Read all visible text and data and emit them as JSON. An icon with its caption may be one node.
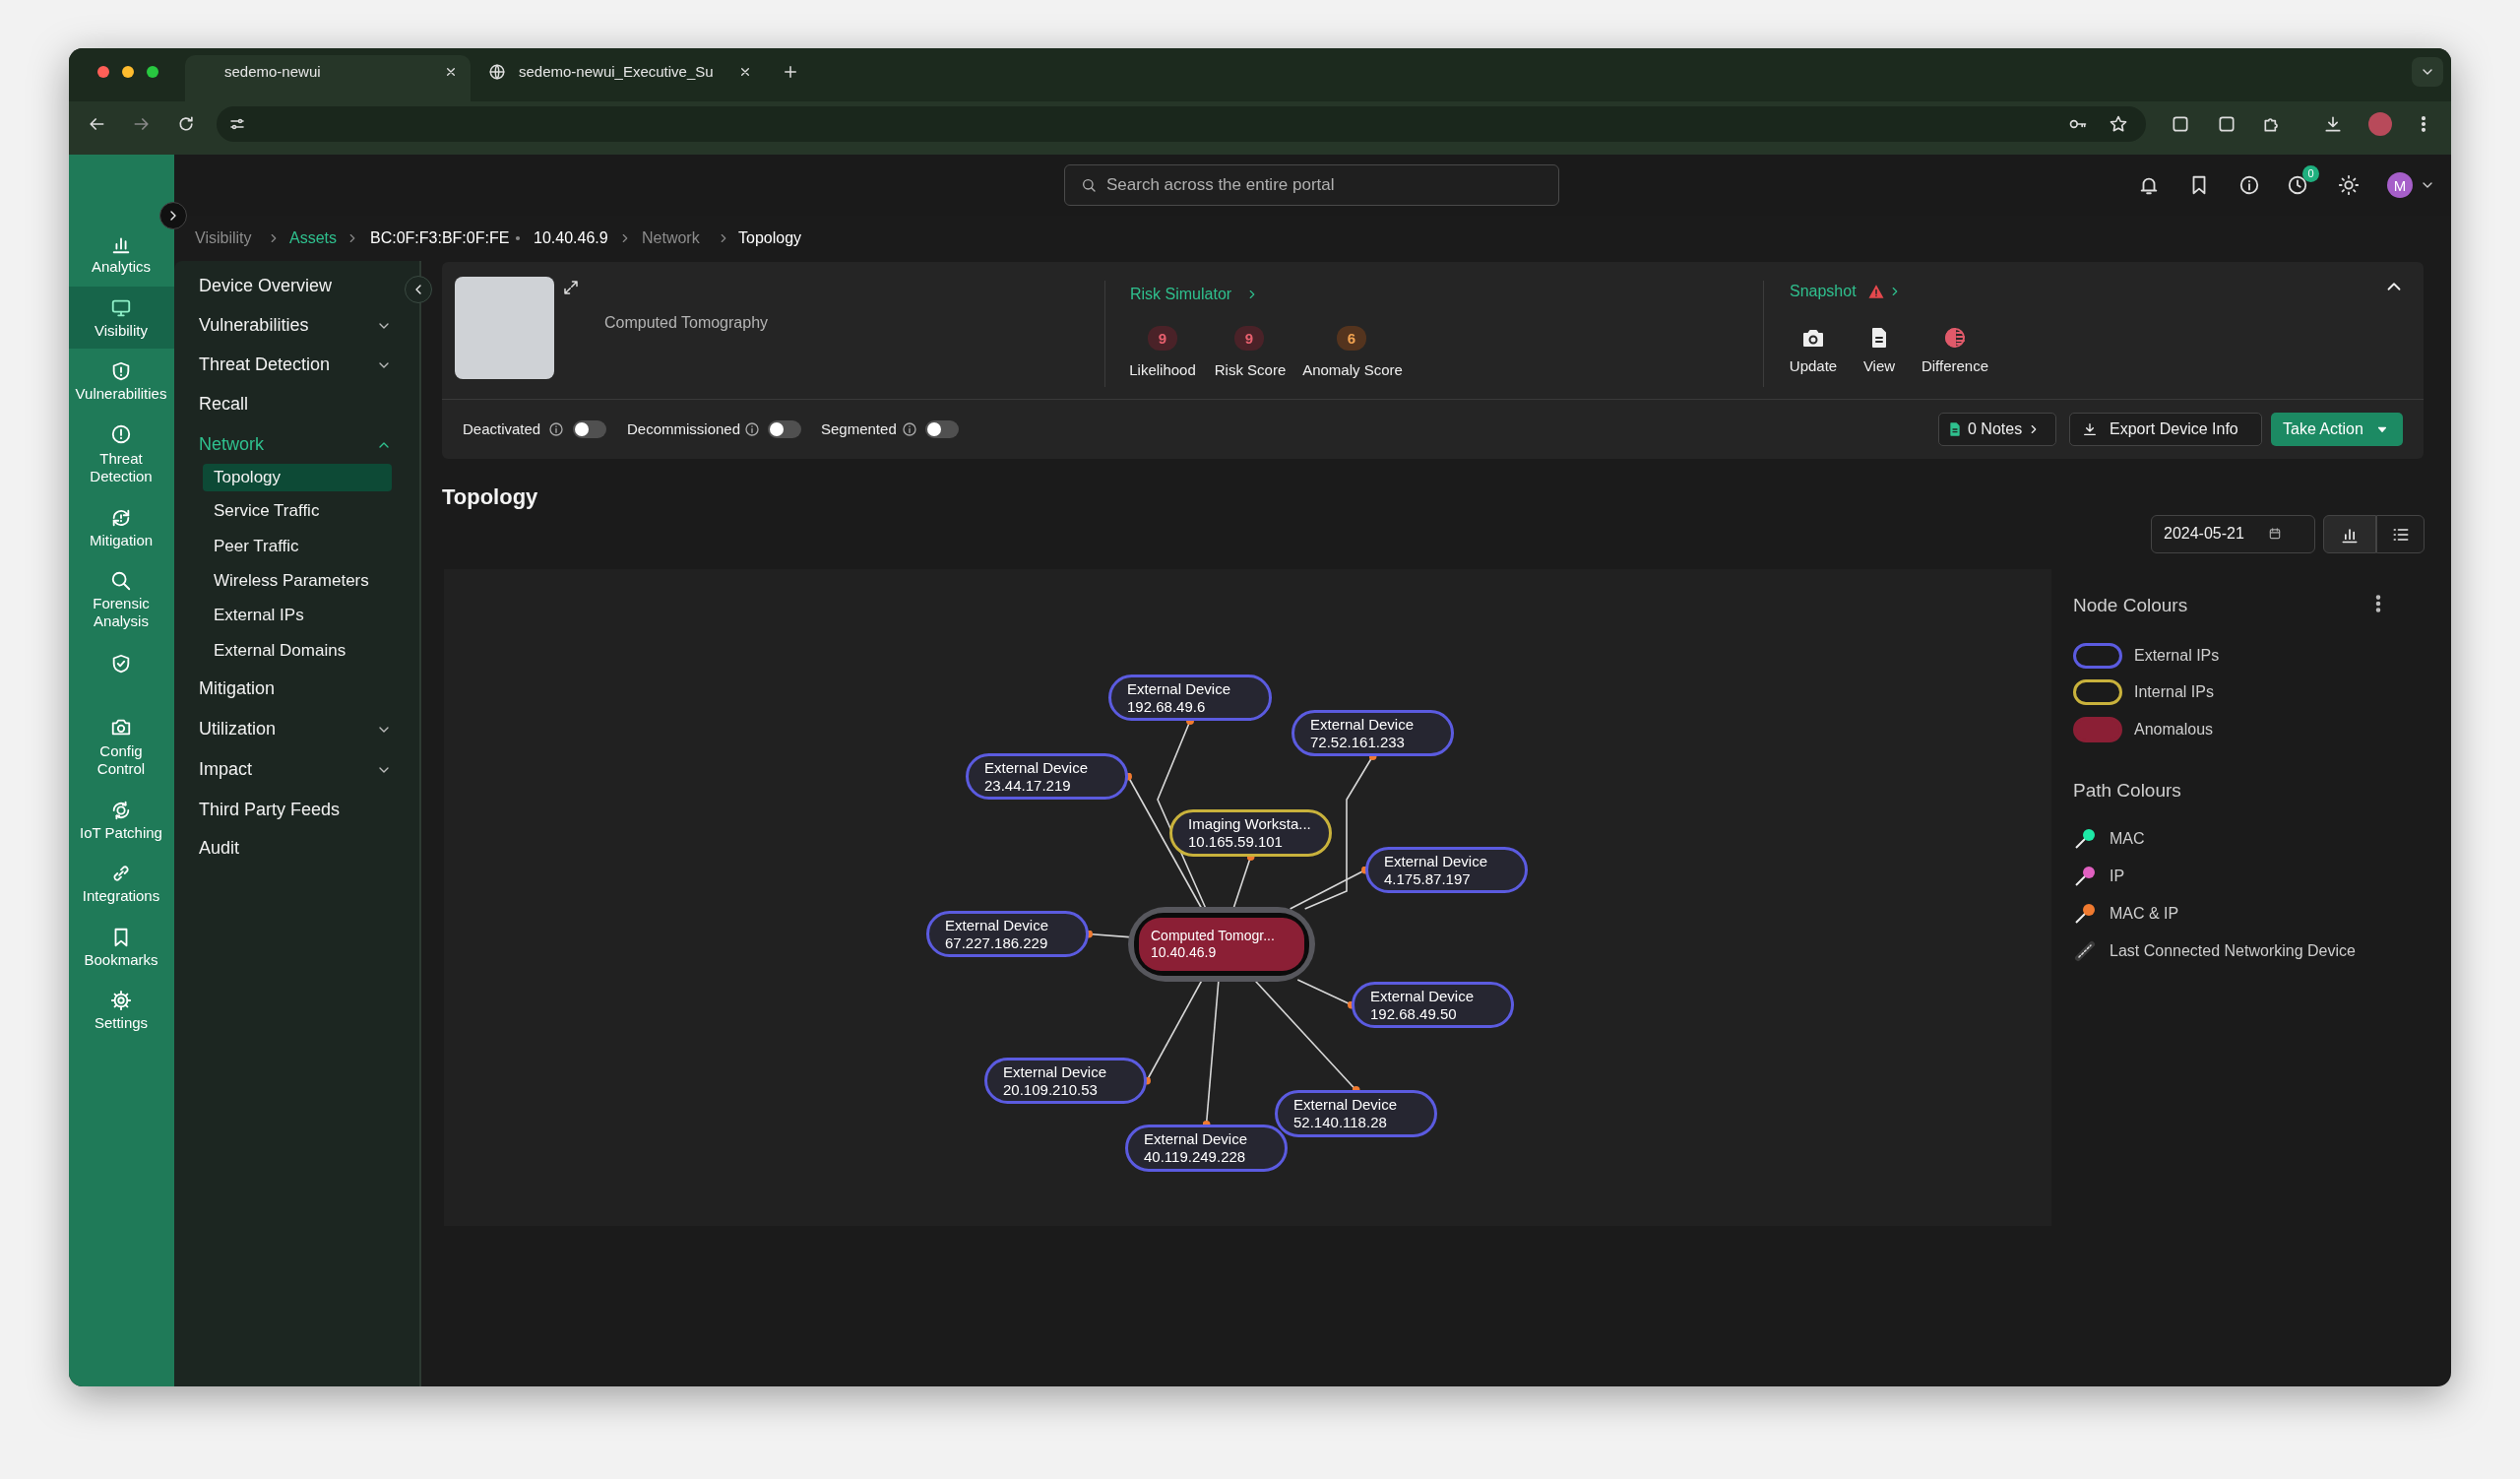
{
  "diagram": {
    "nodes": [
      {
        "text": [
          "External Device",
          "192.68.49.6"
        ]
      },
      {
        "text": [
          "External Device",
          "72.52.161.233"
        ]
      },
      {
        "text": [
          "External Device",
          "23.44.17.219"
        ]
      },
      {
        "text": [
          "Imaging Worksta...",
          "10.165.59.101"
        ]
      },
      {
        "text": [
          "External Device",
          "4.175.87.197"
        ]
      },
      {
        "text": [
          "External Device",
          "67.227.186.229"
        ]
      },
      {
        "text": [
          "Computed Tomogr...",
          "10.40.46.9"
        ]
      },
      {
        "text": [
          "External Device",
          "192.68.49.50"
        ]
      },
      {
        "text": [
          "External Device",
          "20.109.210.53"
        ]
      },
      {
        "text": [
          "External Device",
          "52.140.118.28"
        ]
      },
      {
        "text": [
          "External Device",
          "40.119.249.228"
        ]
      }
    ],
    "edges": [
      {
        "from": 6,
        "to": 0,
        "arrow": "other"
      },
      {
        "from": 6,
        "to": 1,
        "arrow": "other"
      },
      {
        "from": 6,
        "to": 2,
        "arrow": "other"
      },
      {
        "from": 6,
        "to": 3,
        "arrow": "other"
      },
      {
        "from": 6,
        "to": 4,
        "arrow": "other"
      },
      {
        "from": 6,
        "to": 5,
        "arrow": "other"
      },
      {
        "from": 6,
        "to": 7,
        "arrow": "other"
      },
      {
        "from": 6,
        "to": 8,
        "arrow": "other"
      },
      {
        "from": 6,
        "to": 9,
        "arrow": "other"
      },
      {
        "from": 6,
        "to": 10,
        "arrow": "other"
      }
    ],
    "labels": [
      "sedemo-newui",
      "sedemo-newui_Executive_Su",
      "Search across the entire portal",
      "0",
      "M",
      "Analytics",
      "Visibility",
      "Vulnerabilities",
      "Threat Detection",
      "Mitigation",
      "Forensic Analysis",
      "Config Control",
      "IoT Patching",
      "Integrations",
      "Bookmarks",
      "Settings",
      "Visibility",
      "Assets",
      "BC:0F:F3:BF:0F:FE",
      "10.40.46.9",
      "Network",
      "Topology",
      "Device Overview",
      "Vulnerabilities",
      "Threat Detection",
      "Recall",
      "Network",
      "Topology",
      "Service Traffic",
      "Peer Traffic",
      "Wireless Parameters",
      "External IPs",
      "External Domains",
      "Mitigation",
      "Utilization",
      "Impact",
      "Third Party Feeds",
      "Audit",
      "Computed Tomography",
      "Risk Simulator",
      "9",
      "9",
      "6",
      "Likelihood",
      "Risk Score",
      "Anomaly Score",
      "Snapshot",
      "Update",
      "View",
      "Difference",
      "Deactivated",
      "Decommissioned",
      "Segmented",
      "0 Notes",
      "Export Device Info",
      "Take Action",
      "Topology",
      "2024-05-21",
      "Node Colours",
      "Path Colours"
    ],
    "legend": [
      {
        "text": "External IPs",
        "color": "#5b5be0"
      },
      {
        "text": "Internal IPs",
        "color": "#c9b23c"
      },
      {
        "text": "Anomalous",
        "color": "#8b1f35"
      },
      {
        "text": "MAC",
        "color": "#1de9a6"
      },
      {
        "text": "IP",
        "color": "#e060c0"
      },
      {
        "text": "MAC & IP",
        "color": "#f07a30"
      },
      {
        "text": "Last Connected Networking Device"
      }
    ]
  }
}
